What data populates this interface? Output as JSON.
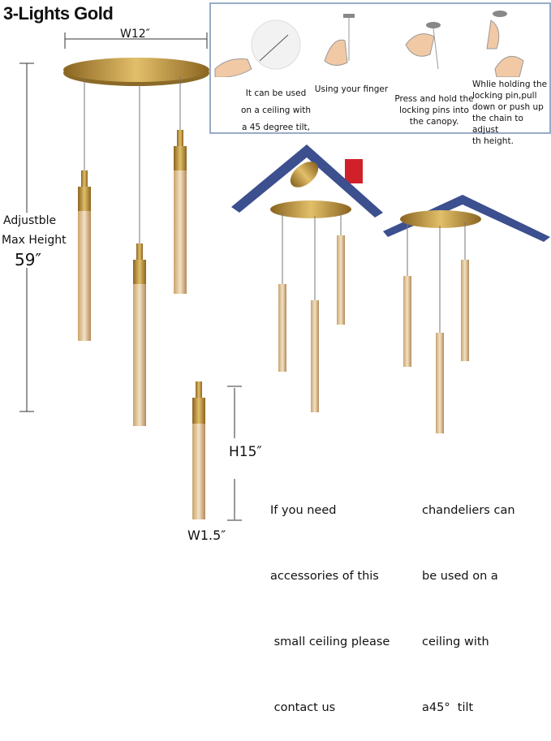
{
  "title": "3-Lights Gold",
  "dimensions": {
    "width": "W12″",
    "height_label_1": "Adjustble",
    "height_label_2": "Max Height",
    "height_value": "59″",
    "pendant_height": "H15″",
    "pendant_width": "W1.5″"
  },
  "instructions": [
    {
      "lines": [
        "It can be used",
        "on a ceiling with",
        "a 45 degree tilt,"
      ]
    },
    {
      "lines": [
        "Using your finger"
      ]
    },
    {
      "lines": [
        "Press and hold the",
        "locking pins into",
        "the canopy."
      ]
    },
    {
      "lines": [
        "Whlie holding the",
        "locking pin,pull",
        "down or push up",
        "the chain to adjust",
        "th height."
      ]
    }
  ],
  "notes": {
    "left": [
      "If you need",
      "accessories of this",
      " small ceiling please",
      " contact us"
    ],
    "right": [
      "chandeliers can",
      "be used on a",
      "ceiling with",
      "a45°  tilt"
    ]
  },
  "colors": {
    "gold": "#b8923a",
    "roof": "#3c4f8f",
    "chimney": "#d0202a",
    "box_border": "#98abc9"
  }
}
